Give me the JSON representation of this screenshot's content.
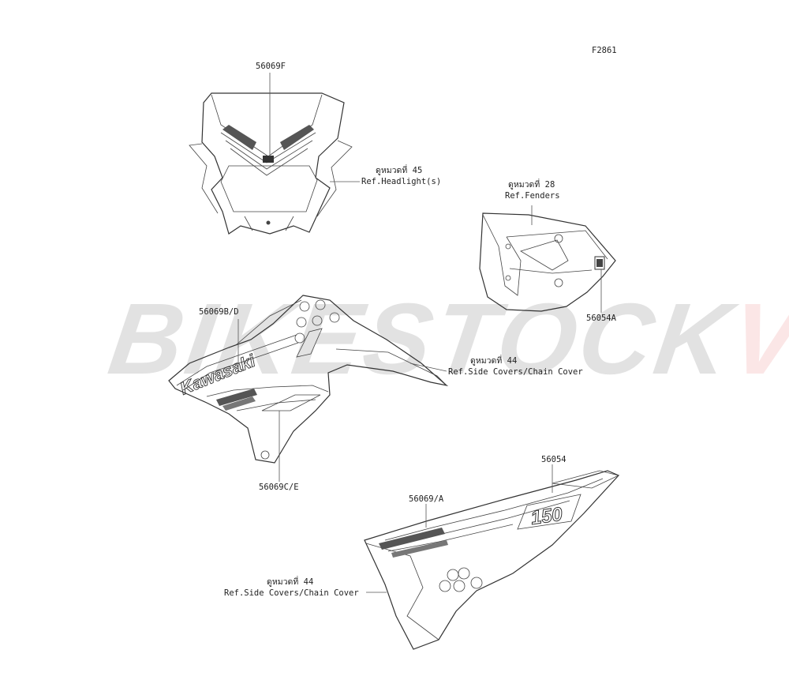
{
  "figure_code": "F2861",
  "watermark": {
    "main": "BIKESTOCK",
    "accent": "VN",
    "accent_color": "#e3262b"
  },
  "headlight": {
    "part": "56069F",
    "ref_thai": "ดูหมวดที่ 45",
    "ref_text": "Ref.Headlight(s)"
  },
  "fender": {
    "ref_thai": "ดูหมวดที่ 28",
    "ref_text": "Ref.Fenders",
    "part": "56054A"
  },
  "shroud": {
    "part_top": "56069B/D",
    "part_bottom": "56069C/E",
    "ref_thai": "ดูหมวดที่ 44",
    "ref_text": "Ref.Side Covers/Chain Cover",
    "decal_text": "Kawasaki"
  },
  "side_cover": {
    "part_a": "56069/A",
    "part_b": "56054",
    "ref_thai": "ดูหมวดที่ 44",
    "ref_text": "Ref.Side Covers/Chain Cover",
    "decal_text": "150"
  }
}
